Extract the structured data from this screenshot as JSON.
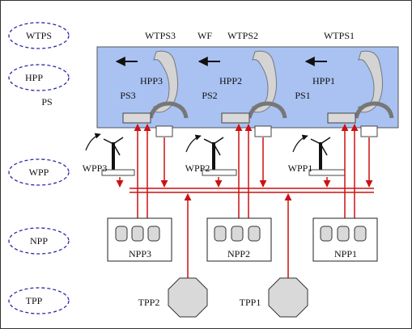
{
  "legend": {
    "wtps": "WTPS",
    "hpp": "HPP",
    "ps": "PS",
    "wpp": "WPP",
    "npp": "NPP",
    "tpp": "TPP"
  },
  "header": {
    "wtps3": "WTPS3",
    "wf": "WF",
    "wtps2": "WTPS2",
    "wtps1": "WTPS1"
  },
  "stations": [
    {
      "hpp": "HPP3",
      "ps": "PS3",
      "wpp": "WPP3",
      "npp": "NPP3"
    },
    {
      "hpp": "HPP2",
      "ps": "PS2",
      "wpp": "WPP2",
      "npp": "NPP2"
    },
    {
      "hpp": "HPP1",
      "ps": "PS1",
      "wpp": "WPP1",
      "npp": "NPP1"
    }
  ],
  "tpp": [
    "TPP2",
    "TPP1"
  ],
  "colors": {
    "water_band": "#a9c2f2",
    "flow_line": "#cc1111",
    "ellipse": "#2b2ba8",
    "turbine_fill": "#d9d9d9"
  }
}
